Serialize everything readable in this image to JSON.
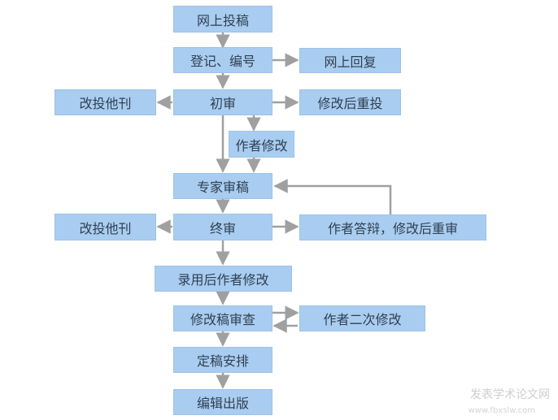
{
  "nodes": {
    "submit": "网上投稿",
    "register": "登记、编号",
    "reply": "网上回复",
    "first_review": "初审",
    "reject_left1": "改投他刊",
    "resubmit_after_edit": "修改后重投",
    "author_edit1": "作者修改",
    "expert_review": "专家审稿",
    "final_review": "终审",
    "reject_left2": "改投他刊",
    "rebuttal": "作者答辩，修改后重审",
    "accepted_edit": "录用后作者修改",
    "revision_check": "修改稿审查",
    "author_edit2": "作者二次修改",
    "finalize": "定稿安排",
    "publish": "编辑出版"
  },
  "watermark": {
    "line1": "发表学术论文网",
    "line2": "www.fbxslw.com"
  },
  "colors": {
    "box_fill": "#a9cdf0",
    "arrow": "#a0a0a0"
  }
}
